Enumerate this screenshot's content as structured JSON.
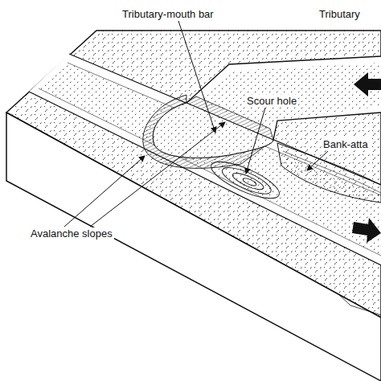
{
  "diagram": {
    "labels": [
      "Tributary-mouth bar",
      "Tributary",
      "Scour hole",
      "Bank-atta",
      "Avalanche slopes"
    ]
  }
}
